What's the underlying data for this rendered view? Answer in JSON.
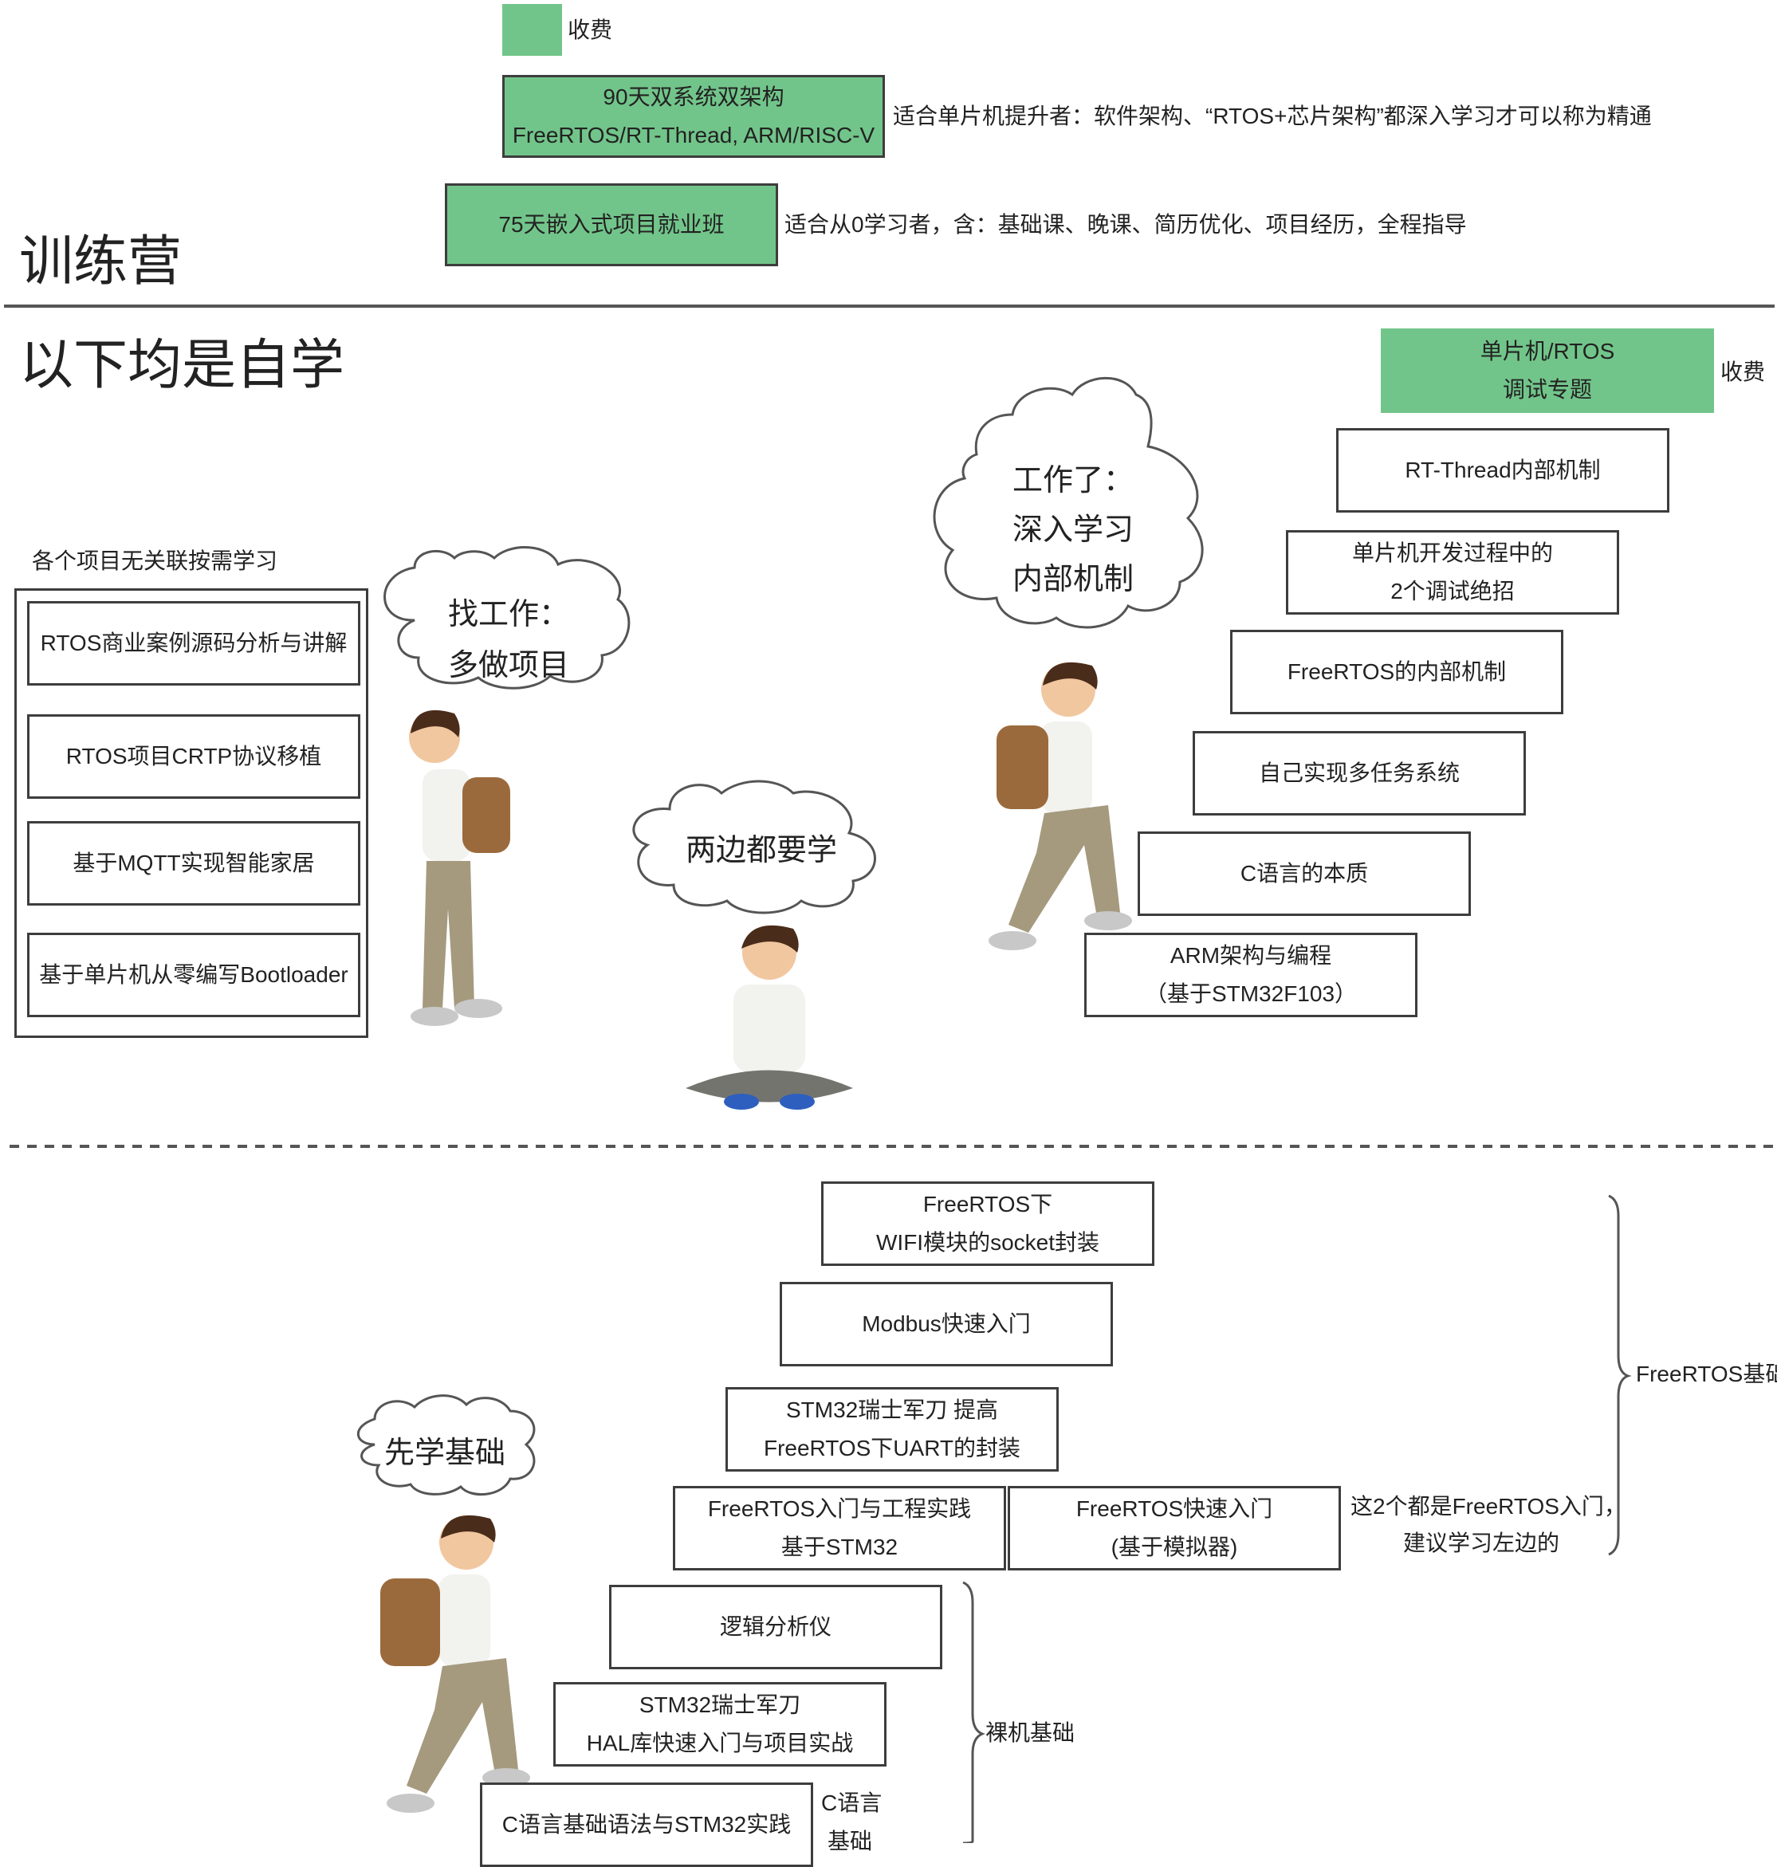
{
  "legend": {
    "label": "收费",
    "color": "#72c58a"
  },
  "camp": {
    "title": "训练营",
    "courses": [
      {
        "line1": "90天双系统双架构",
        "line2": "FreeRTOS/RT-Thread, ARM/RISC-V",
        "note": "适合单片机提升者：软件架构、“RTOS+芯片架构”都深入学习才可以称为精通"
      },
      {
        "line1": "75天嵌入式项目就业班",
        "note": "适合从0学习者，含：基础课、晚课、简历优化、项目经历，全程指导"
      }
    ]
  },
  "selfstudy": {
    "title": "以下均是自学",
    "projects": {
      "caption": "各个项目无关联按需学习",
      "items": [
        "RTOS商业案例源码分析与讲解",
        "RTOS项目CRTP协议移植",
        "基于MQTT实现智能家居",
        "基于单片机从零编写Bootloader"
      ]
    },
    "clouds": {
      "job": {
        "line1": "找工作：",
        "line2": "多做项目"
      },
      "both": "两边都要学",
      "work": {
        "line1": "工作了：",
        "line2": "深入学习",
        "line3": "内部机制"
      },
      "basics": "先学基础"
    },
    "advanced": {
      "paid": {
        "line1": "单片机/RTOS",
        "line2": "调试专题",
        "label": "收费"
      },
      "steps": [
        {
          "line1": "RT-Thread内部机制"
        },
        {
          "line1": "单片机开发过程中的",
          "line2": "2个调试绝招"
        },
        {
          "line1": "FreeRTOS的内部机制"
        },
        {
          "line1": "自己实现多任务系统"
        },
        {
          "line1": "C语言的本质"
        },
        {
          "line1": "ARM架构与编程",
          "line2": "（基于STM32F103）"
        }
      ]
    },
    "basics": {
      "freertos_group": "FreeRTOS基础",
      "freertos_steps": [
        {
          "line1": "FreeRTOS下",
          "line2": "WIFI模块的socket封装"
        },
        {
          "line1": "Modbus快速入门"
        },
        {
          "line1": "STM32瑞士军刀 提高",
          "line2": "FreeRTOS下UART的封装"
        },
        {
          "line1": "FreeRTOS入门与工程实践",
          "line2": "基于STM32"
        },
        {
          "line1": "FreeRTOS快速入门",
          "line2": "(基于模拟器)"
        }
      ],
      "freertos_note": {
        "line1": "这2个都是FreeRTOS入门，",
        "line2": "建议学习左边的"
      },
      "bare_group": "裸机基础",
      "bare_steps": [
        {
          "line1": "逻辑分析仪"
        },
        {
          "line1": "STM32瑞士军刀",
          "line2": "HAL库快速入门与项目实战"
        },
        {
          "line1": "C语言基础语法与STM32实践"
        }
      ],
      "c_label": {
        "line1": "C语言",
        "line2": "基础"
      }
    }
  },
  "colors": {
    "paid": "#72c58a",
    "border": "#3d3d3d",
    "line": "#555555"
  }
}
